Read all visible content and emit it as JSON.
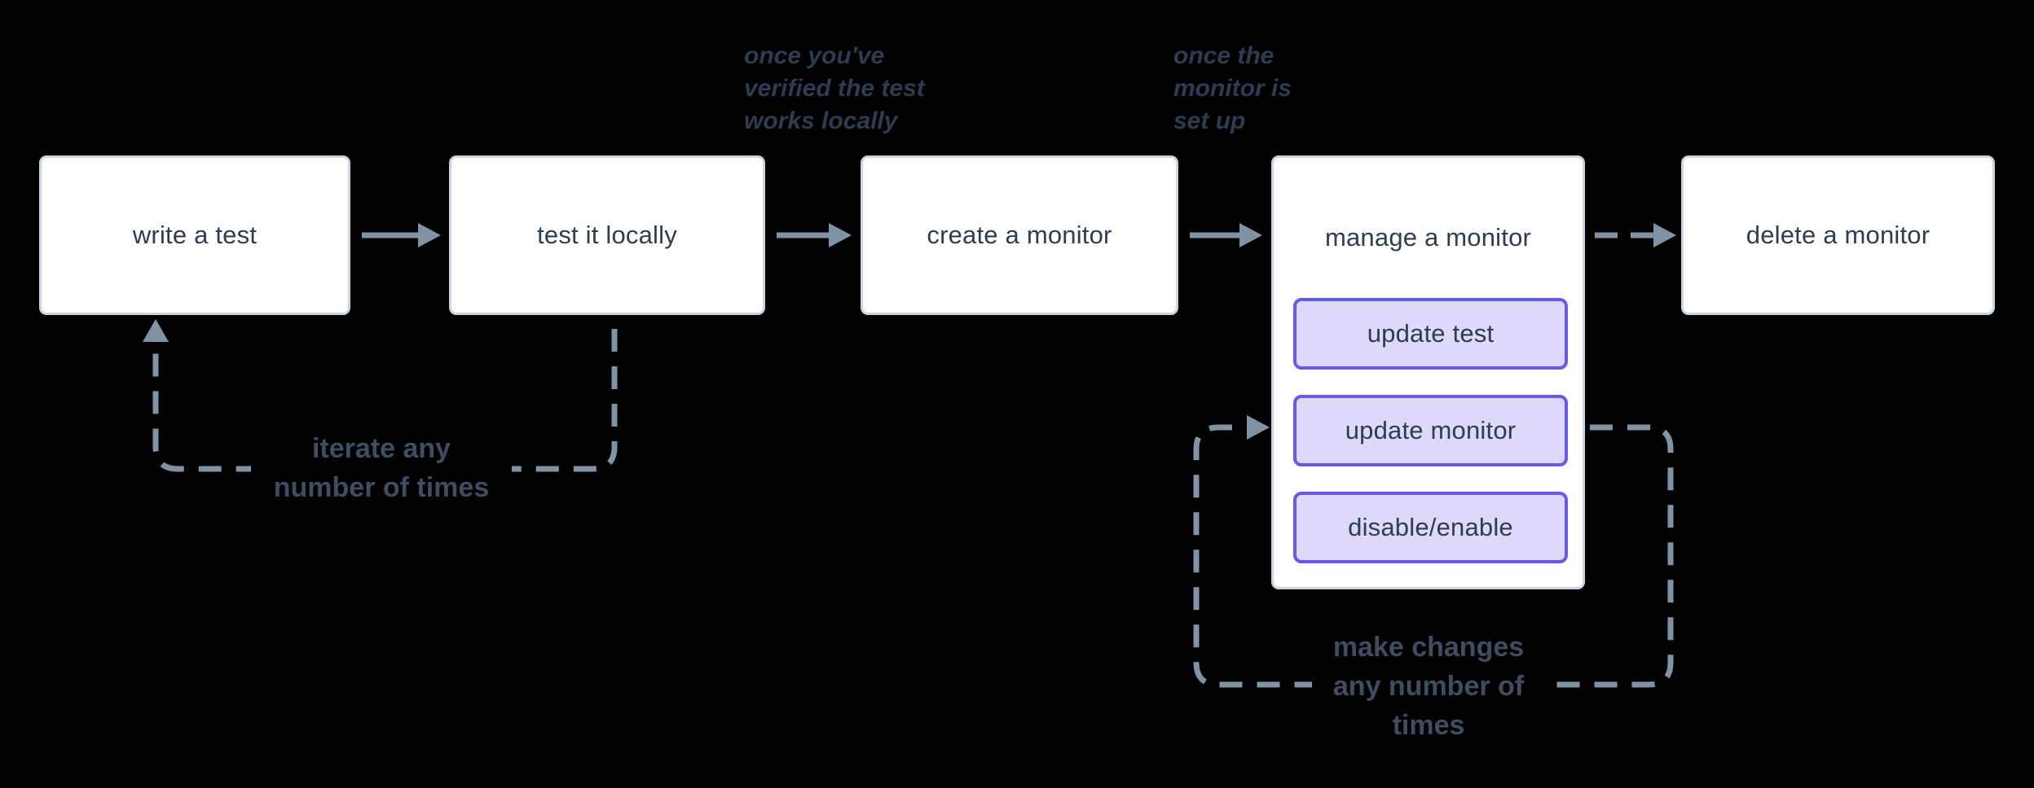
{
  "diagram": {
    "type": "flowchart",
    "direction": "left-to-right"
  },
  "palette": {
    "background": "#000000",
    "node_fill": "#ffffff",
    "node_border": "#cbd5e0",
    "node_text": "#2e3d4f",
    "subnode_fill": "#ded8f9",
    "subnode_border": "#6859e6",
    "edge_color": "#8093a5",
    "annotation_text": "#2d3c50",
    "loop_label_text": "#3e4d60"
  },
  "nodes": [
    {
      "id": "write-test",
      "label": "write a test"
    },
    {
      "id": "test-locally",
      "label": "test it locally"
    },
    {
      "id": "create-monitor",
      "label": "create a monitor"
    },
    {
      "id": "manage-monitor",
      "label": "manage a monitor",
      "children": [
        {
          "label": "update test"
        },
        {
          "label": "update monitor"
        },
        {
          "label": "disable/enable"
        }
      ]
    },
    {
      "id": "delete-monitor",
      "label": "delete a monitor"
    }
  ],
  "edges": [
    {
      "from": "write-test",
      "to": "test-locally",
      "style": "solid"
    },
    {
      "from": "test-locally",
      "to": "create-monitor",
      "style": "solid",
      "annotation": "once you've verified the test works locally"
    },
    {
      "from": "create-monitor",
      "to": "manage-monitor",
      "style": "solid",
      "annotation": "once the monitor is set up"
    },
    {
      "from": "manage-monitor",
      "to": "delete-monitor",
      "style": "dashed"
    },
    {
      "from": "test-locally",
      "to": "write-test",
      "style": "dashed-loop",
      "label": "iterate any number of times"
    },
    {
      "from": "manage-monitor",
      "to": "manage-monitor",
      "style": "dashed-loop",
      "label": "make changes any number of times"
    }
  ],
  "annotations": [
    {
      "id": "verified-locally",
      "lines": [
        "once you've",
        "verified the test",
        "works locally"
      ]
    },
    {
      "id": "monitor-set-up",
      "lines": [
        "once the",
        "monitor is",
        "set up"
      ]
    }
  ],
  "loop_labels": [
    {
      "id": "iterate",
      "lines": [
        "iterate any",
        "number of times"
      ]
    },
    {
      "id": "make-changes",
      "lines": [
        "make changes",
        "any number of",
        "times"
      ]
    }
  ]
}
